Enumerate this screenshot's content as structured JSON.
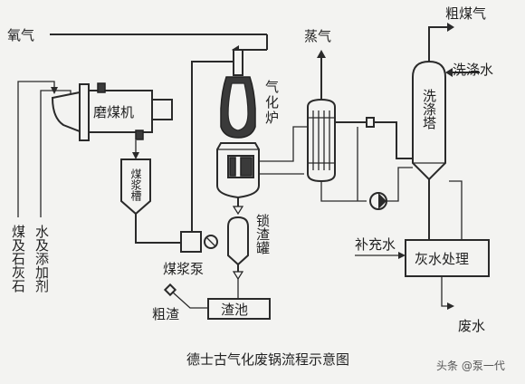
{
  "title": "德士古气化废锅流程示意图",
  "watermark": "头条 @泵一代",
  "labels": {
    "oxygen": "氧气",
    "steam": "蒸气",
    "crude_gas": "粗煤气",
    "wash_water": "洗涤水",
    "mill": "磨煤机",
    "gasifier": "气化炉",
    "slurry_tank": "煤浆槽",
    "slurry_pump": "煤浆泵",
    "lock_hopper": "锁渣罐",
    "scrubber": "洗涤塔",
    "makeup_water": "补充水",
    "greywater": "灰水处理",
    "wastewater": "废水",
    "coarse_slag": "粗渣",
    "slag_pool": "渣池",
    "coal_limestone": "煤及石灰石",
    "water_additive": "水及添加剂"
  },
  "colors": {
    "line": "#2a2a2a",
    "background": "#f3f3f1",
    "fill_dark": "#3a3a3a"
  }
}
